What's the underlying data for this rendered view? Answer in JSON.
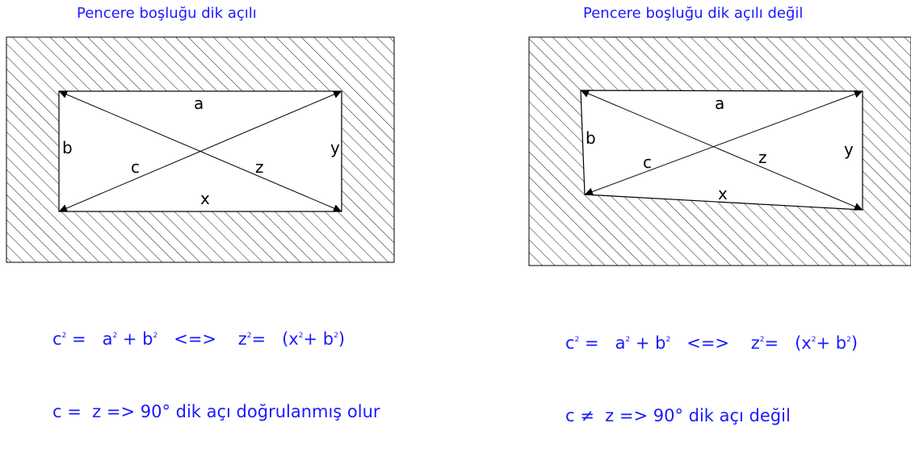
{
  "left_panel": {
    "title": "Pencere boşluğu dik açılı",
    "labels": {
      "a": "a",
      "b": "b",
      "c": "c",
      "x": "x",
      "y": "y",
      "z": "z"
    },
    "formula": {
      "c_sym": "c",
      "sq": "2",
      "eq": " =   ",
      "a_sym": "a",
      "plus_b": " + b",
      "equiv": "   <=>    ",
      "z_sym": "z",
      "eq2": "=   (x",
      "plus_b2": "+ b",
      "close": ")",
      "line2": "c =  z => 90° dik açı doğrulanmış olur"
    }
  },
  "right_panel": {
    "title": "Pencere boşluğu dik açılı değil",
    "labels": {
      "a": "a",
      "b": "b",
      "c": "c",
      "x": "x",
      "y": "y",
      "z": "z"
    },
    "formula": {
      "c_sym": "c",
      "sq": "2",
      "eq": " =   ",
      "a_sym": "a",
      "plus_b": " + b",
      "equiv": "   <=>    ",
      "z_sym": "z",
      "eq2": "=   (x",
      "plus_b2": "+ b",
      "close": ")",
      "line2": "c ≠  z => 90° dik açı değil"
    }
  },
  "colors": {
    "text_blue": "#1a1aff",
    "line": "#000000",
    "hatch": "#000000"
  }
}
